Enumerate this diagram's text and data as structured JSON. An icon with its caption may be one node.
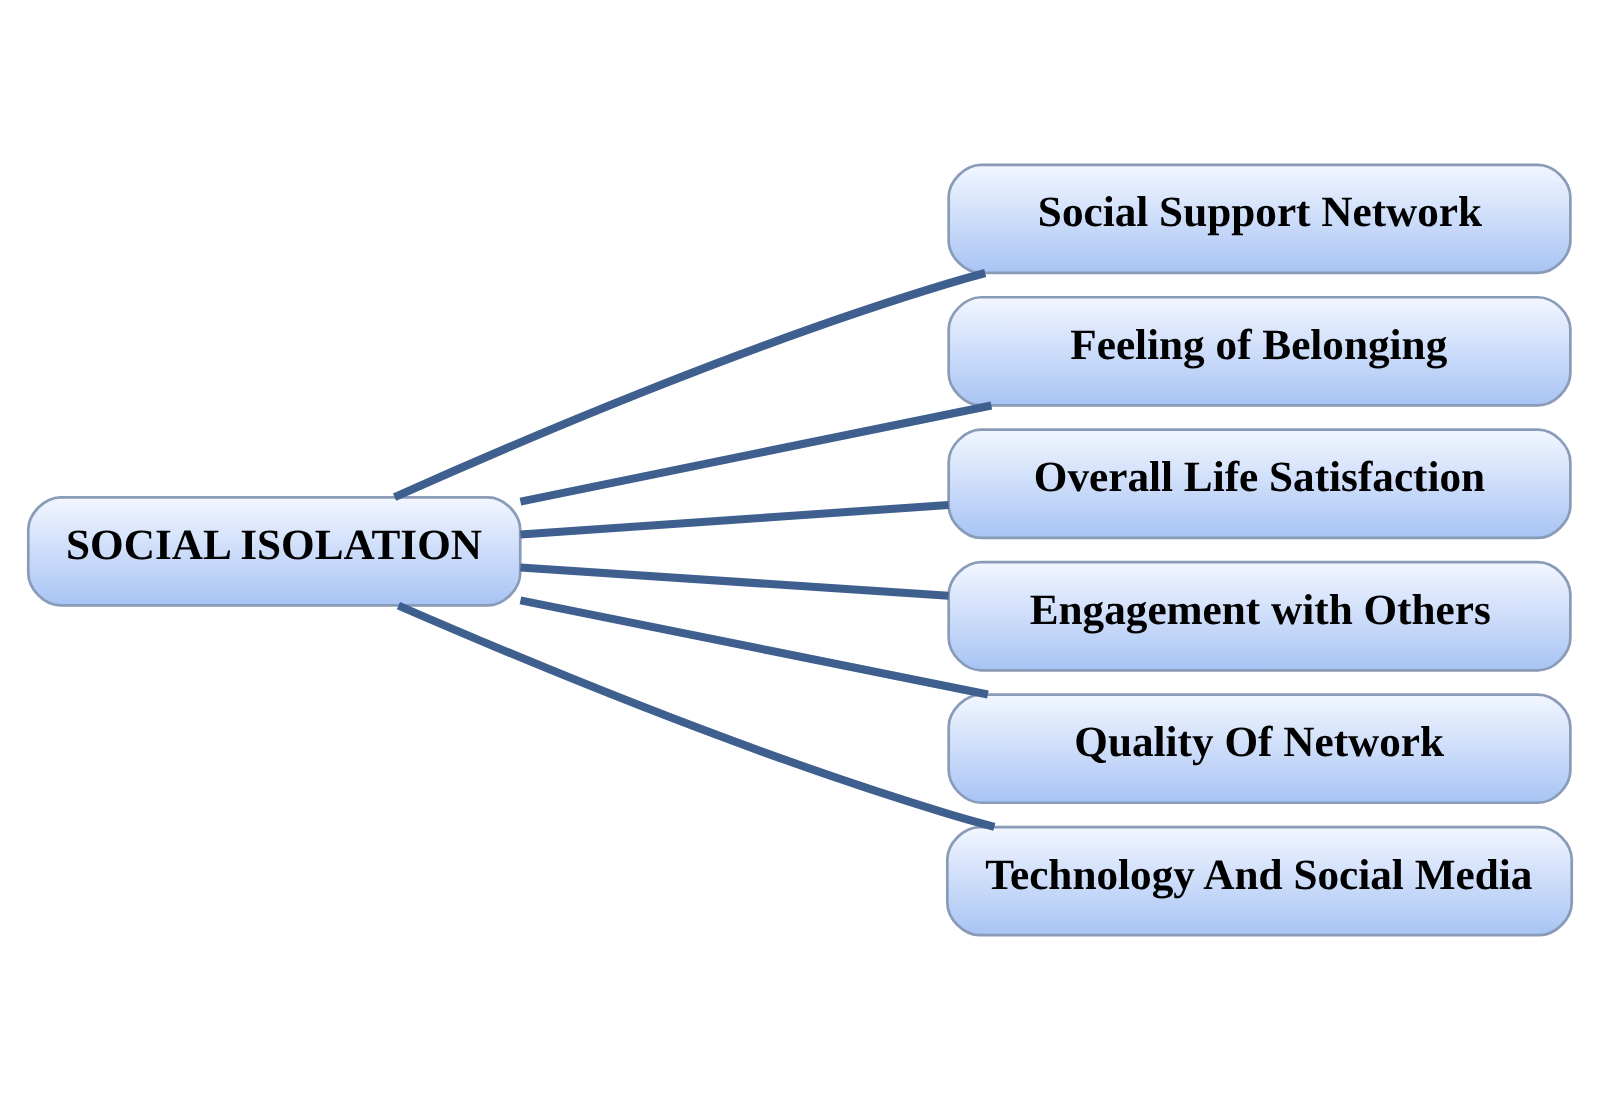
{
  "diagram": {
    "nodes": [
      {
        "text": [
          "SOCIAL ISOLATION"
        ]
      },
      {
        "text": [
          "Social Support Network"
        ]
      },
      {
        "text": [
          "Feeling of Belonging"
        ]
      },
      {
        "text": [
          "Overall Life Satisfaction"
        ]
      },
      {
        "text": [
          "Engagement with Others"
        ]
      },
      {
        "text": [
          "Quality Of Network"
        ]
      },
      {
        "text": [
          "Technology And Social Media"
        ]
      }
    ],
    "edges": [
      {
        "from": 0,
        "to": 1,
        "arrow": "none"
      },
      {
        "from": 0,
        "to": 2,
        "arrow": "none"
      },
      {
        "from": 0,
        "to": 3,
        "arrow": "none"
      },
      {
        "from": 0,
        "to": 4,
        "arrow": "none"
      },
      {
        "from": 0,
        "to": 5,
        "arrow": "none"
      },
      {
        "from": 0,
        "to": 6,
        "arrow": "none"
      }
    ]
  }
}
